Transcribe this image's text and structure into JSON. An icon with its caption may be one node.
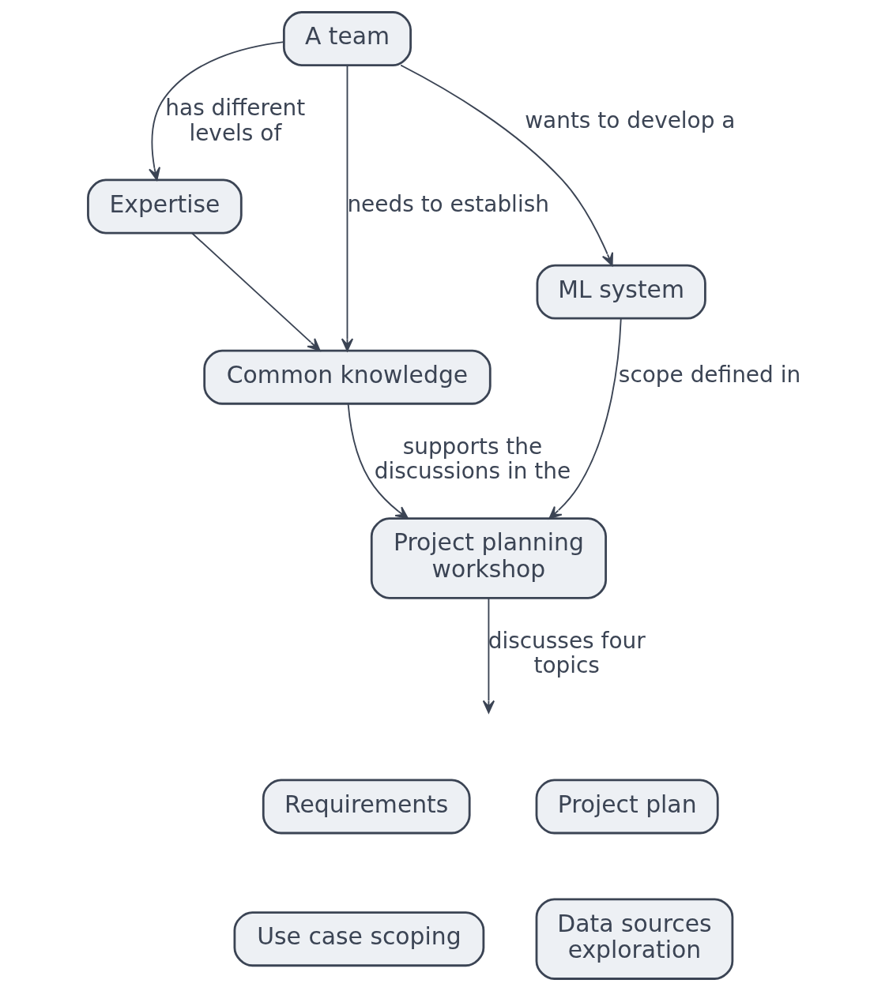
{
  "diagram": {
    "nodes": [
      {
        "text": [
          "A team"
        ]
      },
      {
        "text": [
          "Expertise"
        ]
      },
      {
        "text": [
          "Common knowledge"
        ]
      },
      {
        "text": [
          "ML system"
        ]
      },
      {
        "text": [
          "Project planning workshop"
        ]
      },
      {
        "text": [
          "Requirements"
        ]
      },
      {
        "text": [
          "Project plan"
        ]
      },
      {
        "text": [
          "Use case scoping"
        ]
      },
      {
        "text": [
          "Data sources exploration"
        ]
      }
    ],
    "edges": [
      {
        "from": 0,
        "to": 1,
        "arrow": "to",
        "label": "has different levels of"
      },
      {
        "from": 0,
        "to": 2,
        "arrow": "to",
        "label": "needs to establish"
      },
      {
        "from": 1,
        "to": 2,
        "arrow": "to"
      },
      {
        "from": 0,
        "to": 3,
        "arrow": "to",
        "label": "wants to develop a"
      },
      {
        "from": 2,
        "to": 4,
        "arrow": "to",
        "label": "supports the discussions in the"
      },
      {
        "from": 3,
        "to": 4,
        "arrow": "to",
        "label": "scope defined in"
      },
      {
        "from": 4,
        "to": null,
        "arrow": "to",
        "label": "discusses four topics"
      }
    ]
  }
}
